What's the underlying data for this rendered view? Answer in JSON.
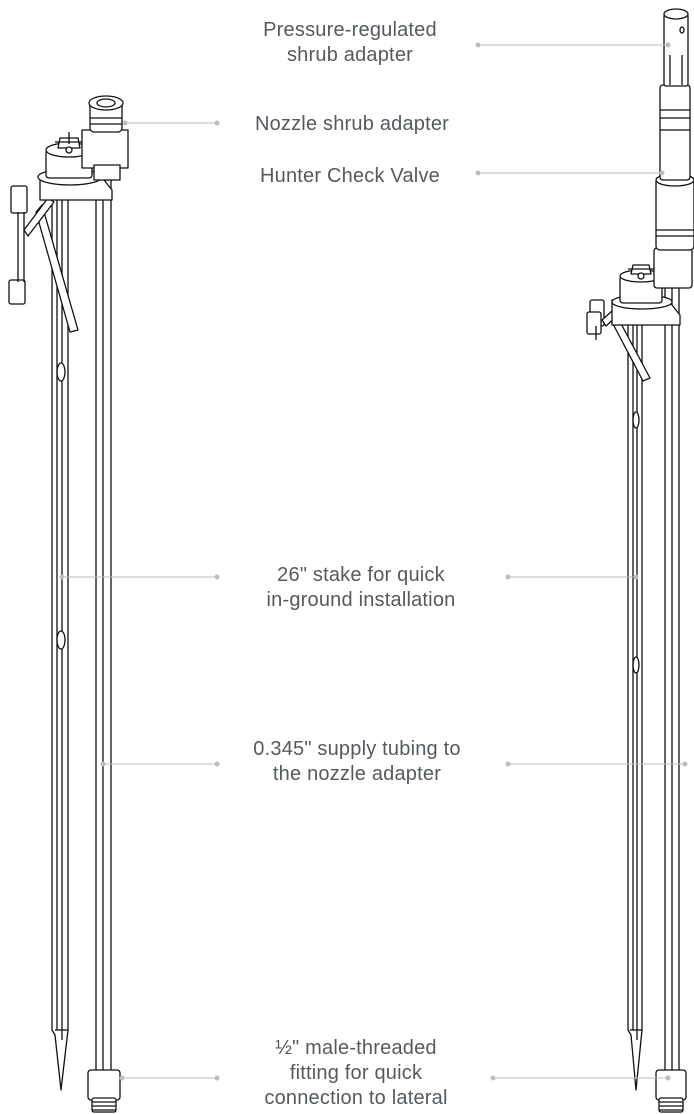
{
  "labels": {
    "pressure_regulated_line1": "Pressure-regulated",
    "pressure_regulated_line2": "shrub adapter",
    "nozzle_shrub_adapter": "Nozzle shrub adapter",
    "hunter_check_valve": "Hunter Check Valve",
    "stake_line1": "26\" stake for quick",
    "stake_line2": "in-ground installation",
    "tubing_line1": "0.345\" supply tubing to",
    "tubing_line2": "the nozzle adapter",
    "fitting_line1": "½\" male-threaded",
    "fitting_line2": "fitting for quick",
    "fitting_line3": "connection to lateral"
  },
  "colors": {
    "text": "#555a5e",
    "leader": "#bdbdbd",
    "drawing": "#111111"
  }
}
